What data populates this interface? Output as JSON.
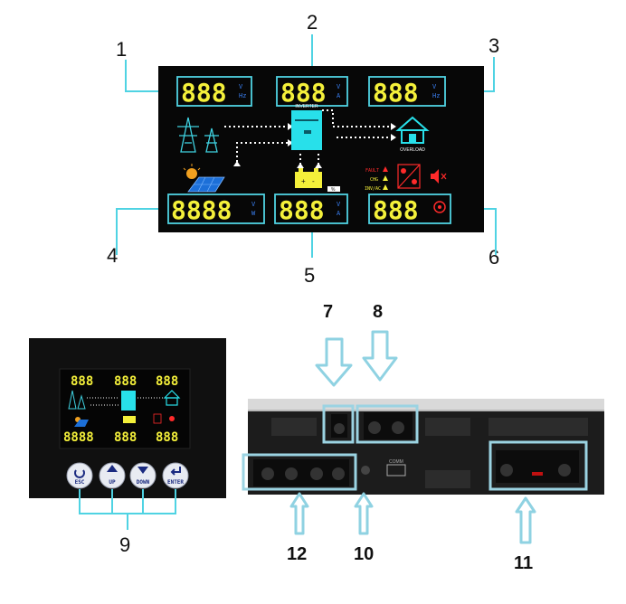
{
  "lcd": {
    "digits_3": "888",
    "digits_4": "8888",
    "units": {
      "unit_1": [
        "V",
        "Hz"
      ],
      "unit_2": [
        "V",
        "A"
      ],
      "unit_3": [
        "V",
        "Hz"
      ],
      "unit_4": [
        "V",
        "W"
      ],
      "unit_5": [
        "V",
        "A"
      ],
      "unit_6": ""
    },
    "panel_tags": {
      "inverter": "INVERTER",
      "overload": "OVERLOAD",
      "battery": "%",
      "fault": "FAULT",
      "chg": "CHG",
      "inv_ac": "INV/AC"
    }
  },
  "callouts": {
    "c1": "1",
    "c2": "2",
    "c3": "3",
    "c4": "4",
    "c5": "5",
    "c6": "6",
    "c7": "7",
    "c8": "8",
    "c9": "9",
    "c10": "10",
    "c11": "11",
    "c12": "12"
  },
  "keypad": {
    "esc": "ESC",
    "up": "UP",
    "down": "DOWN",
    "enter": "ENTER"
  },
  "rear": {
    "comm_label": "COMM"
  },
  "colors": {
    "lcd_bg": "#070707",
    "digit": "#f4f03a",
    "unit": "#3a7ff2",
    "frame": "#4fd3e3",
    "dotted_line": "#ffffff",
    "alert_red": "#ff2a2a",
    "arrow_outline": "#8fd2e2"
  }
}
